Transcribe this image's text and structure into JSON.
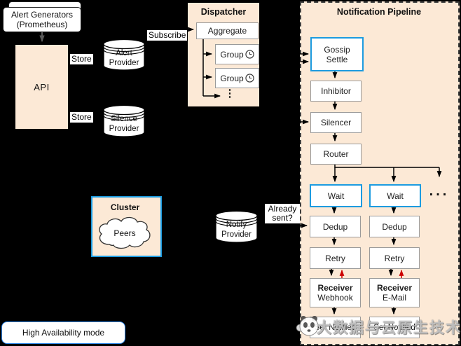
{
  "colors": {
    "background": "#000000",
    "container_fill": "#FCE9D6",
    "accent_blue": "#1C9BE0",
    "box_border": "#9A9A9A",
    "arrow_black": "#000000",
    "arrow_red": "#CC0000",
    "arrow_gray": "#5A5A5A"
  },
  "alert_generators": {
    "line1": "Alert Generators",
    "line2": "(Prometheus)"
  },
  "api": {
    "label": "API"
  },
  "labels": {
    "store_top": "Store",
    "store_bottom": "Store",
    "subscribe": "Subscribe",
    "already_line1": "Already",
    "already_line2": "sent?"
  },
  "providers": {
    "alert": {
      "line1": "Alert",
      "line2": "Provider"
    },
    "silence": {
      "line1": "Silence",
      "line2": "Provider"
    },
    "notify": {
      "line1": "Notify",
      "line2": "Provider"
    }
  },
  "dispatcher": {
    "title": "Dispatcher",
    "aggregate": "Aggregate",
    "group1": "Group",
    "group2": "Group",
    "more": "⋮"
  },
  "pipeline": {
    "title": "Notification Pipeline",
    "gossip_line1": "Gossip",
    "gossip_line2": "Settle",
    "inhibitor": "Inhibitor",
    "silencer": "Silencer",
    "router": "Router",
    "wait1": "Wait",
    "wait2": "Wait",
    "more": "...",
    "dedup1": "Dedup",
    "dedup2": "Dedup",
    "retry1": "Retry",
    "retry2": "Retry",
    "receiver1_line1": "Receiver",
    "receiver1_line2": "Webhook",
    "receiver2_line1": "Receiver",
    "receiver2_line2": "E-Mail",
    "set_notified1": "Set Notified",
    "set_notified2": "Set Notified"
  },
  "cluster": {
    "title": "Cluster",
    "peers": "Peers"
  },
  "footer": {
    "ha_mode": "High Availability mode"
  },
  "watermark": {
    "text": "大数据与云原生技术分享"
  }
}
